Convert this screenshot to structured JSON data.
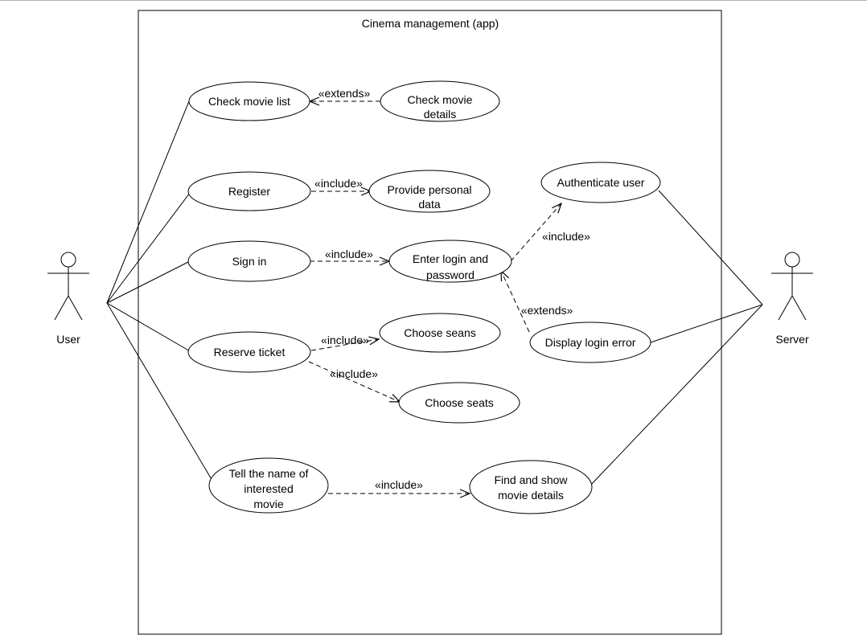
{
  "system": {
    "title": "Cinema management (app)"
  },
  "actors": {
    "user": "User",
    "server": "Server"
  },
  "use_cases": {
    "check_movie_list": [
      "Check movie list"
    ],
    "check_movie_details": [
      "Check movie",
      "details"
    ],
    "register": [
      "Register"
    ],
    "provide_personal_data": [
      "Provide personal",
      "data"
    ],
    "sign_in": [
      "Sign in"
    ],
    "enter_login": [
      "Enter login and",
      "password"
    ],
    "authenticate_user": [
      "Authenticate user"
    ],
    "display_login_error": [
      "Display login error"
    ],
    "reserve_ticket": [
      "Reserve ticket"
    ],
    "choose_seans": [
      "Choose seans"
    ],
    "choose_seats": [
      "Choose seats"
    ],
    "tell_movie_name": [
      "Tell the name of",
      "interested",
      "movie"
    ],
    "find_show_movie": [
      "Find and show",
      "movie details"
    ]
  },
  "relations": {
    "details_extends_list": "«extends»",
    "register_includes_data": "«include»",
    "signin_includes_login": "«include»",
    "login_includes_auth": "«include»",
    "error_extends_login": "«extends»",
    "reserve_includes_seans": "«include»",
    "reserve_includes_seats": "«include»",
    "tell_includes_find": "«include»"
  }
}
